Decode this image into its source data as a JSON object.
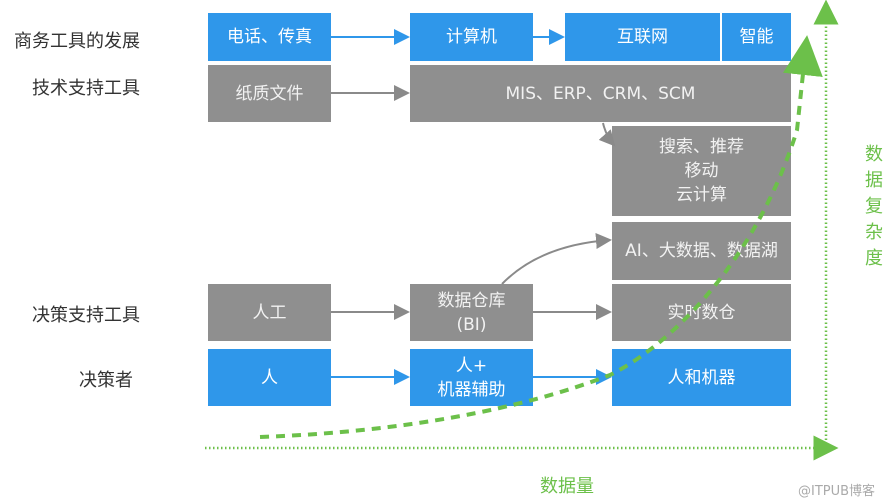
{
  "row_labels": {
    "business_tools": "商务工具的发展",
    "tech_support": "技术支持工具",
    "decision_support": "决策支持工具",
    "decision_maker": "决策者"
  },
  "boxes": {
    "phone_fax": "电话、传真",
    "computer": "计算机",
    "internet": "互联网",
    "intelligence": "智能",
    "paper_docs": "纸质文件",
    "mis_erp": "MIS、ERP、CRM、SCM",
    "search_lines": [
      "搜索、推荐",
      "移动",
      "云计算"
    ],
    "ai_bigdata": "AI、大数据、数据湖",
    "manual": "人工",
    "dw_lines": [
      "数据仓库",
      "(BI)"
    ],
    "realtime_dw": "实时数仓",
    "human": "人",
    "human_machine_lines": [
      "人+",
      "机器辅助"
    ],
    "human_and_machine": "人和机器"
  },
  "axes": {
    "x_label": "数据量",
    "y_label": "数据复杂度"
  },
  "colors": {
    "blue": "#2f97ea",
    "gray": "#8f8f8f",
    "green": "#6cc04a",
    "arrow_gray": "#8a8a8a"
  },
  "watermark": "@ITPUB博客"
}
